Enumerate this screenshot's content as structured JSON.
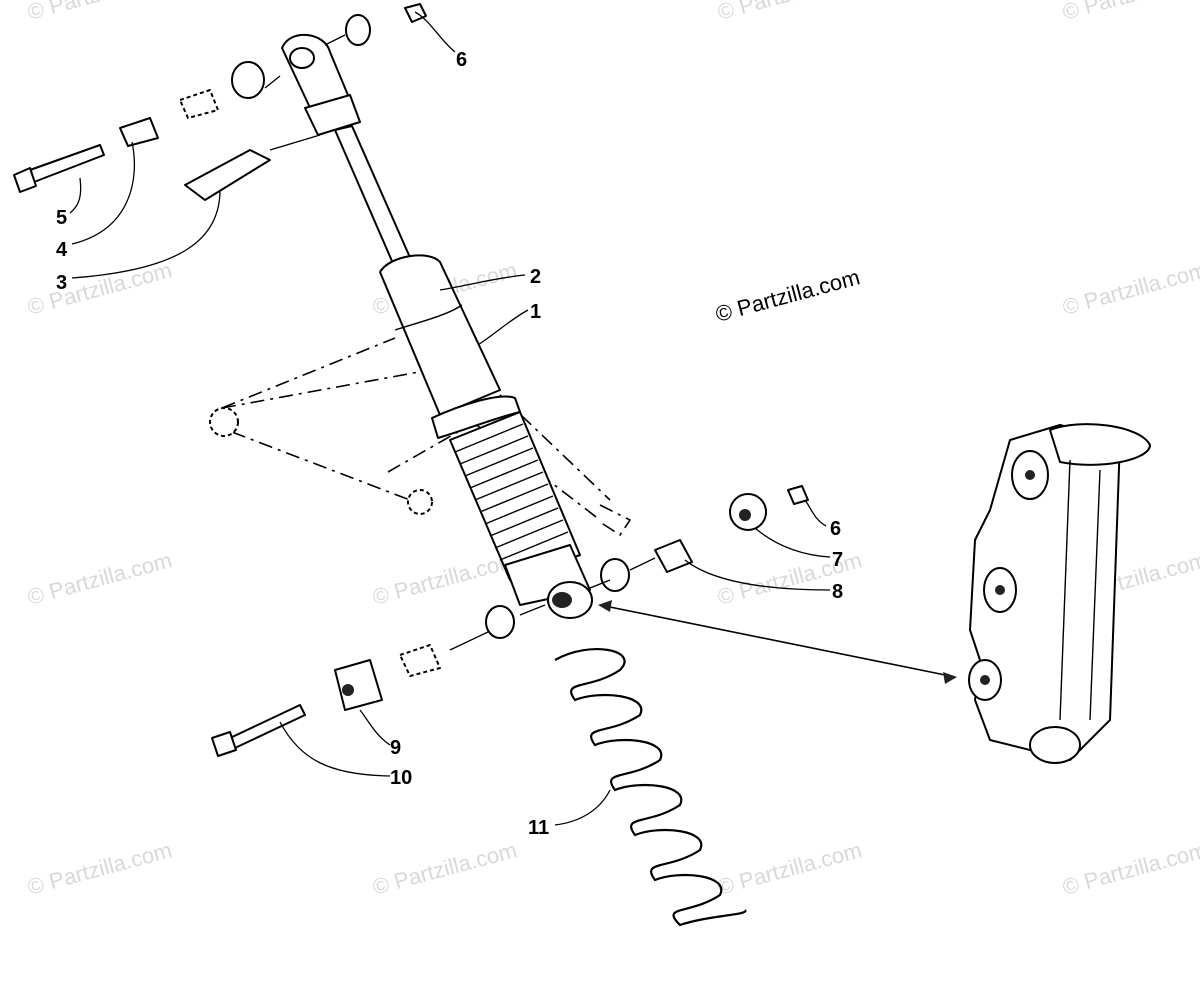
{
  "diagram": {
    "copyright": "© Partzilla.com",
    "watermark_text": "© Partzilla.com",
    "callouts": [
      {
        "id": "p1",
        "label": "1"
      },
      {
        "id": "p2",
        "label": "2"
      },
      {
        "id": "p3",
        "label": "3"
      },
      {
        "id": "p4",
        "label": "4"
      },
      {
        "id": "p5",
        "label": "5"
      },
      {
        "id": "p6a",
        "label": "6"
      },
      {
        "id": "p6b",
        "label": "6"
      },
      {
        "id": "p7",
        "label": "7"
      },
      {
        "id": "p8",
        "label": "8"
      },
      {
        "id": "p9",
        "label": "9"
      },
      {
        "id": "p10",
        "label": "10"
      },
      {
        "id": "p11",
        "label": "11"
      }
    ],
    "colors": {
      "line": "#000000",
      "watermark": "#d8d8d8",
      "background": "#ffffff"
    }
  }
}
